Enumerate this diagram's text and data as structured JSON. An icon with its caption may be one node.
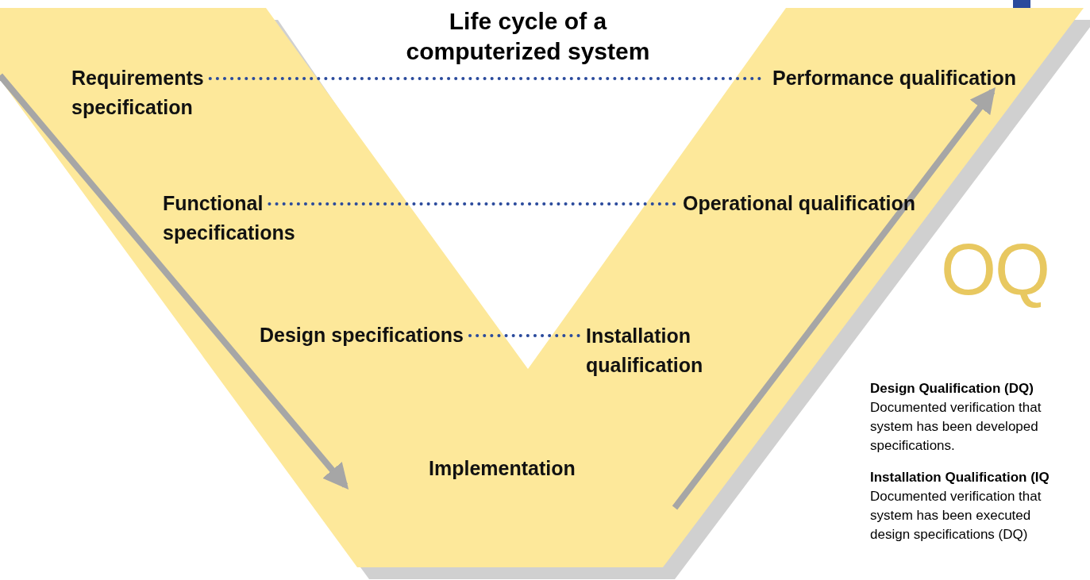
{
  "diagram": {
    "title": "Life cycle of a computerized system",
    "nodes": [
      {
        "text": [
          "Requirements specification"
        ]
      },
      {
        "text": [
          "Performance qualification"
        ]
      },
      {
        "text": [
          "Functional specifications"
        ]
      },
      {
        "text": [
          "Operational qualification"
        ]
      },
      {
        "text": [
          "Design specifications"
        ]
      },
      {
        "text": [
          "Installation qualification"
        ]
      },
      {
        "text": [
          "Implementation"
        ]
      }
    ],
    "edges": [
      {
        "from": 0,
        "to": 1,
        "arrow": "none",
        "style": "dashed"
      },
      {
        "from": 2,
        "to": 3,
        "arrow": "none",
        "style": "dashed"
      },
      {
        "from": 4,
        "to": 5,
        "arrow": "none",
        "style": "dashed"
      }
    ],
    "labels": [
      "OQ",
      "Design Qualification (DQ)",
      "Documented verification that system has been developed specifications.",
      "Installation Qualification (IQ",
      "Documented verification that system has been executed design specifications (DQ)"
    ]
  }
}
